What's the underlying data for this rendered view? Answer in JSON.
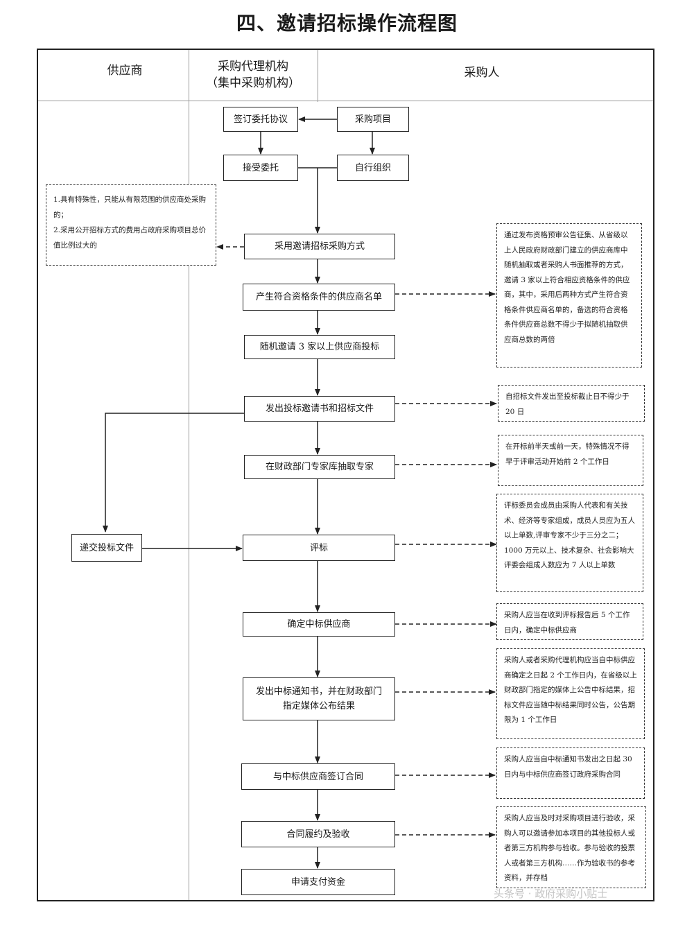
{
  "title": "四、邀请招标操作流程图",
  "lanes": {
    "supplier": "供应商",
    "agency_line1": "采购代理机构",
    "agency_line2": "（集中采购机构）",
    "purchaser": "采购人"
  },
  "steps": {
    "sign_agreement": "签订委托协议",
    "purchase_project": "采购项目",
    "accept_entrust": "接受委托",
    "self_organize": "自行组织",
    "adopt_method": "采用邀请招标采购方式",
    "produce_list": "产生符合资格条件的供应商名单",
    "invite_bidders": "随机邀请 3 家以上供应商投标",
    "issue_docs": "发出投标邀请书和招标文件",
    "draw_experts": "在财政部门专家库抽取专家",
    "submit_bid": "递交投标文件",
    "evaluate": "评标",
    "determine_winner": "确定中标供应商",
    "notify_line1": "发出中标通知书，并在财政部门",
    "notify_line2": "指定媒体公布结果",
    "sign_contract": "与中标供应商签订合同",
    "perform_accept": "合同履约及验收",
    "apply_payment": "申请支付资金"
  },
  "notes": {
    "conditions": "1.具有特殊性，只能从有限范围的供应商处采购的；\n2.采用公开招标方式的费用占政府采购项目总价值比例过大的",
    "list_source": "通过发布资格预审公告征集、从省级以上人民政府财政部门建立的供应商库中随机抽取或者采购人书面推荐的方式，邀请 3 家以上符合相应资格条件的供应商，其中，采用后两种方式产生符合资格条件供应商名单的，备选的符合资格条件供应商总数不得少于拟随机抽取供应商总数的两倍",
    "bid_period": "自招标文件发出至投标截止日不得少于 20 日",
    "expert_timing": "在开标前半天或前一天，特殊情况不得早于评审活动开始前 2 个工作日",
    "committee": "评标委员会成员由采购人代表和有关技术、经济等专家组成，成员人员应为五人以上单数,评审专家不少于三分之二；1000 万元以上、技术复杂、社会影响大评委会组成人数应为 7 人以上单数",
    "winner_timing": "采购人应当在收到评标报告后 5 个工作日内，确定中标供应商",
    "announce": "采购人或者采购代理机构应当自中标供应商确定之日起 2 个工作日内，在省级以上财政部门指定的媒体上公告中标结果，招标文件应当随中标结果同时公告，公告期限为 1 个工作日",
    "contract_timing": "采购人应当自中标通知书发出之日起 30 日内与中标供应商签订政府采购合同",
    "acceptance": "采购人应当及时对采购项目进行验收，采购人可以邀请参加本项目的其他投标人或者第三方机构参与验收。参与验收的投票人或者第三方机构……作为验收书的参考资料，并存档"
  },
  "watermark": "头条号 · 政府采购小贴士",
  "colors": {
    "line": "#222222",
    "divider": "#9a9a9a"
  }
}
